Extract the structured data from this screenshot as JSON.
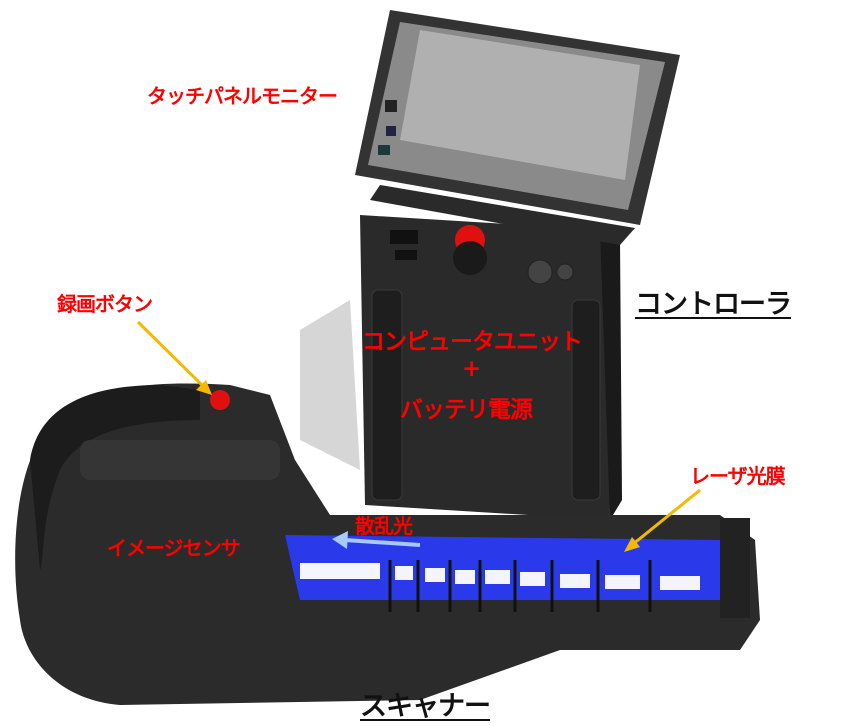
{
  "labels": {
    "touch_panel_monitor": "タッチパネルモニター",
    "record_button": "録画ボタン",
    "controller": "コントローラ",
    "computer_unit": "コンピュータユニット",
    "plus": "+",
    "battery_power": "バッテリ電源",
    "laser_light_film": "レーザ光膜",
    "scattered_light": "散乱光",
    "image_sensor": "イメージセンサ",
    "scanner": "スキャナー"
  },
  "colors": {
    "label_red": "#ff0000",
    "arrow_yellow": "#f5b800",
    "laser_blue": "#2a3cff",
    "device_body": "#2b2b2b",
    "record_button_red": "#e01010"
  }
}
